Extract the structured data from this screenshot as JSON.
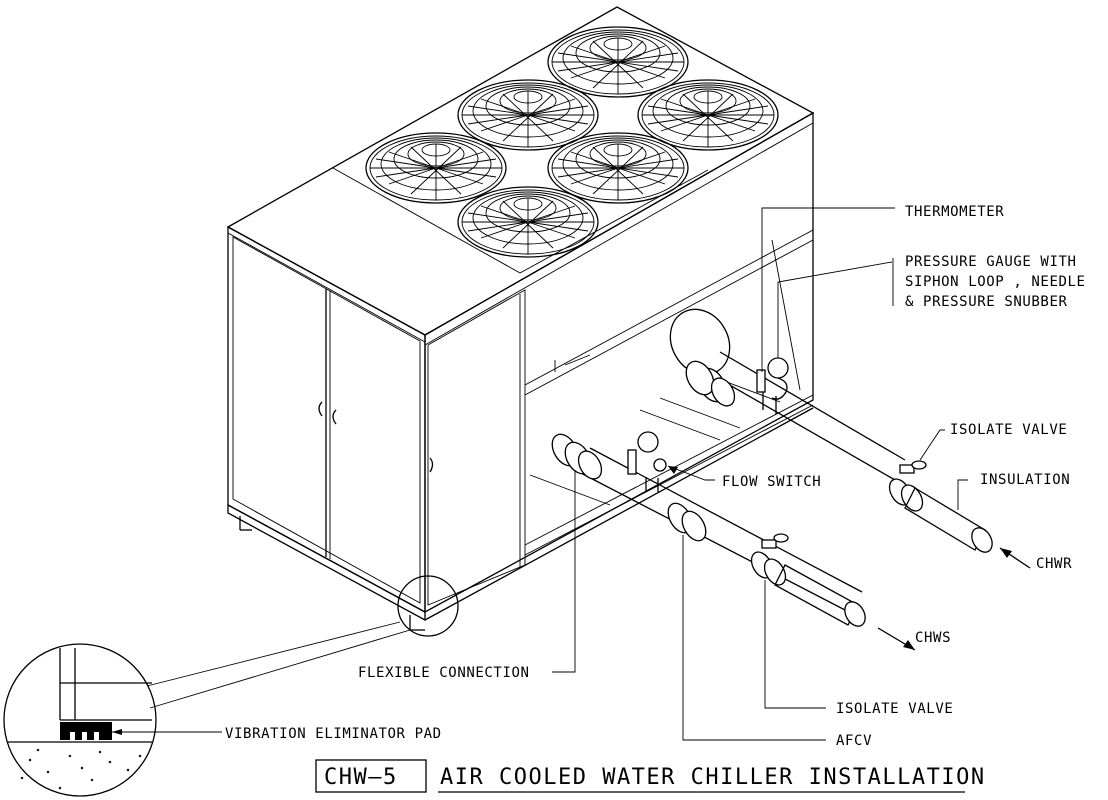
{
  "labels": {
    "thermometer": "THERMOMETER",
    "pressure_gauge": [
      "PRESSURE GAUGE WITH",
      "SIPHON LOOP , NEEDLE",
      "& PRESSURE SNUBBER"
    ],
    "isolate_valve_top": "ISOLATE VALVE",
    "insulation": "INSULATION",
    "flow_switch": "FLOW SWITCH",
    "chwr": "CHWR",
    "chws": "CHWS",
    "flexible_connection": "FLEXIBLE CONNECTION",
    "isolate_valve_bottom": "ISOLATE VALVE",
    "afcv": "AFCV",
    "vibration_pad": "VIBRATION ELIMINATOR PAD"
  },
  "title": {
    "code": "CHW—5",
    "text": "AIR COOLED WATER CHILLER INSTALLATION"
  }
}
